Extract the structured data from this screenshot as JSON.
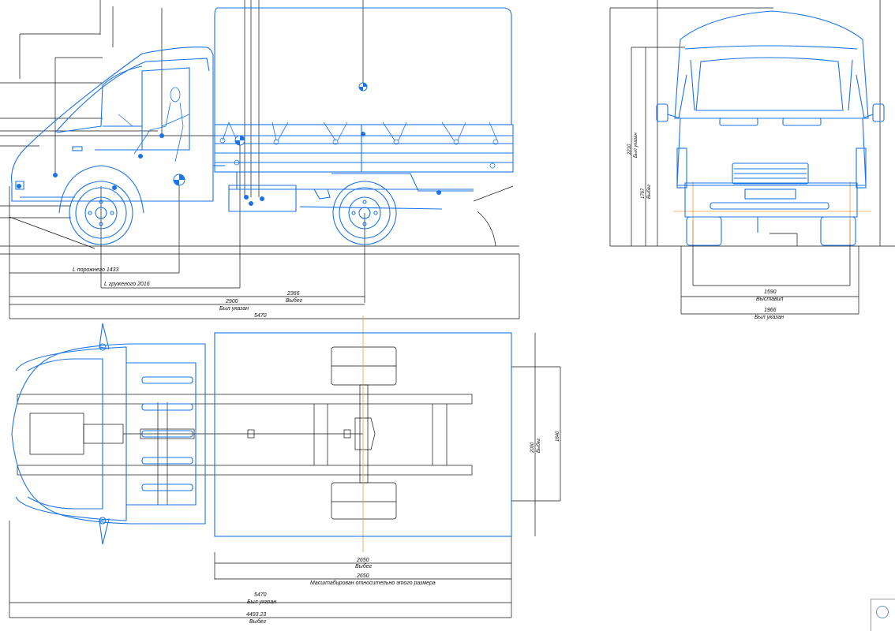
{
  "colors": {
    "drawing": "#1a73e8",
    "dimension_line": "#111111",
    "center_line": "#f39c35",
    "background": "#ffffff"
  },
  "side_view": {
    "dims": {
      "unloaded": "L порожнего 1433",
      "loaded": "L груженого 2016",
      "overhang_value": "2366",
      "overhang_label": "Выбег",
      "wheelbase_value": "2900",
      "wheelbase_label": "Был указан",
      "total_value": "5470"
    }
  },
  "front_view": {
    "dims": {
      "height_value": "2210",
      "height_label": "Был указан",
      "mid_value": "1767",
      "mid_label": "Выбег",
      "track_value": "1590",
      "track_label": "Выставил",
      "width_value": "1966",
      "width_label": "Был указан"
    }
  },
  "top_view": {
    "dims": {
      "platform_h_value": "2650",
      "platform_h_label": "Выбег",
      "platform_h2_value": "2650",
      "platform_h2_note": "Масштабирован относительно этого размера",
      "total_value": "5470",
      "total_label": "Был указан",
      "scaled_value": "4493.23",
      "scaled_label": "Выбег",
      "body_w_value": "2000",
      "body_w_label": "Выбег",
      "body_w2_value": "1840"
    }
  },
  "corner": {
    "icon": "circle-icon"
  }
}
